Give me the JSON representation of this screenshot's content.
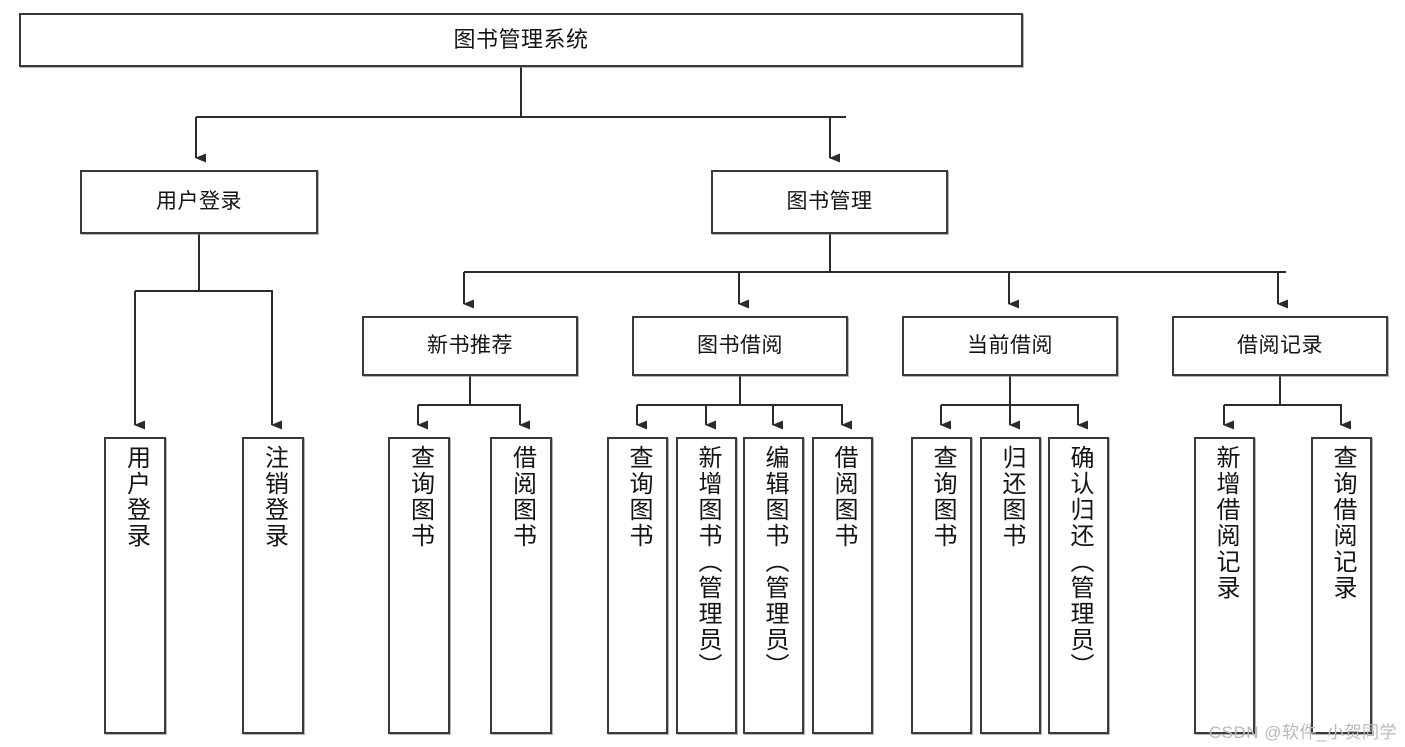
{
  "diagram": {
    "type": "hierarchy-tree",
    "title": "图书管理系统",
    "watermark": "CSDN @软件_小贺同学",
    "colors": {
      "box_border": "#3a3a3a",
      "box_fill": "#ffffff",
      "connector": "#2b2b2b",
      "text": "#141414",
      "watermark": "#b9b9b9"
    },
    "root": {
      "label": "图书管理系统"
    },
    "level2": [
      {
        "label": "用户登录"
      },
      {
        "label": "图书管理"
      }
    ],
    "level3": [
      {
        "label": "新书推荐"
      },
      {
        "label": "图书借阅"
      },
      {
        "label": "当前借阅"
      },
      {
        "label": "借阅记录"
      }
    ],
    "leaves": {
      "user_login": [
        {
          "label": "用户登录"
        },
        {
          "label": "注销登录"
        }
      ],
      "new_book_recommend": [
        {
          "label": "查询图书"
        },
        {
          "label": "借阅图书"
        }
      ],
      "book_borrow": [
        {
          "label": "查询图书"
        },
        {
          "label": "新增图书（管理员）"
        },
        {
          "label": "编辑图书（管理员）"
        },
        {
          "label": "借阅图书"
        }
      ],
      "current_borrow": [
        {
          "label": "查询图书"
        },
        {
          "label": "归还图书"
        },
        {
          "label": "确认归还（管理员）"
        }
      ],
      "borrow_record": [
        {
          "label": "新增借阅记录"
        },
        {
          "label": "查询借阅记录"
        }
      ]
    }
  }
}
